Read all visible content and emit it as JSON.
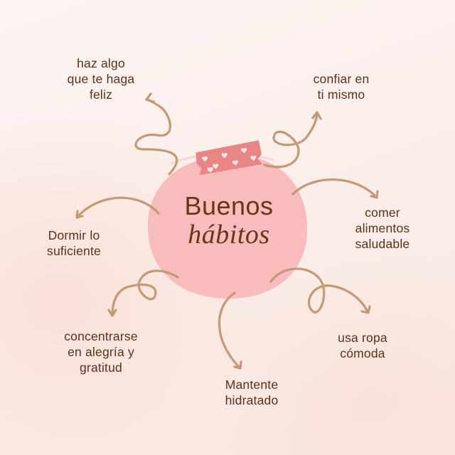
{
  "title": {
    "line1": "Buenos",
    "line2": "hábitos"
  },
  "habits": [
    {
      "id": "happy",
      "lines": [
        "haz algo",
        "que te haga",
        "feliz"
      ]
    },
    {
      "id": "trust",
      "lines": [
        "confiar en",
        "ti mismo"
      ]
    },
    {
      "id": "eat",
      "lines": [
        "comer",
        "alimentos",
        "saludable"
      ]
    },
    {
      "id": "sleep",
      "lines": [
        "Dormir lo",
        "suficiente"
      ]
    },
    {
      "id": "gratitude",
      "lines": [
        "concentrarse",
        "en alegría y",
        "gratitud"
      ]
    },
    {
      "id": "hydrate",
      "lines": [
        "Mantente",
        "hidratado"
      ]
    },
    {
      "id": "clothes",
      "lines": [
        "usa ropa",
        "cómoda"
      ]
    }
  ],
  "colors": {
    "background": "#fbf1ee",
    "circle": "#f8bcbc",
    "tape": "#e98584",
    "arrow": "#c39a74",
    "text": "#5b3119",
    "title": "#6a3517"
  },
  "icons": {
    "arrows": "curly-arrow-icon",
    "tape": "washi-tape-hearts-icon"
  }
}
